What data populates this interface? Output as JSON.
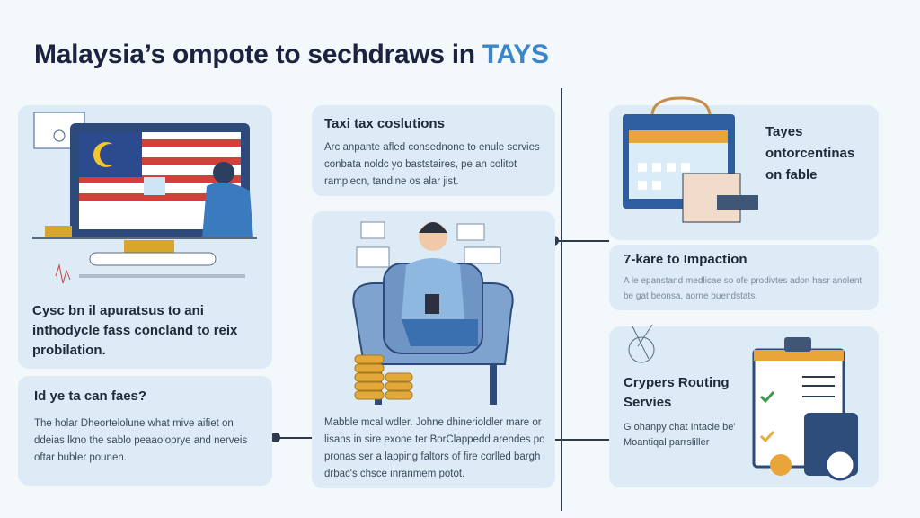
{
  "title": {
    "main": "Malaysia’s ompote to sechdraws in ",
    "accent": "TAYS"
  },
  "cards": {
    "left_top": {
      "heading": "Cysc bn il apuratsus to ani inthodycle fass concland to reix probilation."
    },
    "left_bottom": {
      "heading": "Id ye ta can faes?",
      "body": "The holar Dheortelolune what mive aifiet on ddeias lkno the sablo peaaoloprye and nerveis oftar bubler pounen."
    },
    "mid_top": {
      "heading": "Taxi tax coslutions",
      "body": "Arc anpante afled consednone to enule servies conbata noldc yo baststaires, pe an colitot ramplecn, tandine os alar jist."
    },
    "mid_big": {
      "body": "Mabble mcal wdler. Johne dhinerioldler mare or lisans in sire exone ter BorClappedd arendes po pronas ser a lapping faltors of fire corlled bargh drbac's chsce inranmem potot."
    },
    "right_top": {
      "heading": "Tayes ontorcentinas on fable"
    },
    "right_mid": {
      "heading": "7-kare to Impaction",
      "body": "A le epanstand medlicae so ofe prodivtes adon hasr anolent be gat beonsa, aorne buendstats."
    },
    "right_bottom": {
      "heading": "Crypers Routing Servies",
      "body": "G ohanpy chat Intacle be' Moantiqal parrsliller"
    }
  },
  "colors": {
    "accent": "#3a86c8",
    "card": "#dcebf5",
    "navy": "#1b2340"
  }
}
